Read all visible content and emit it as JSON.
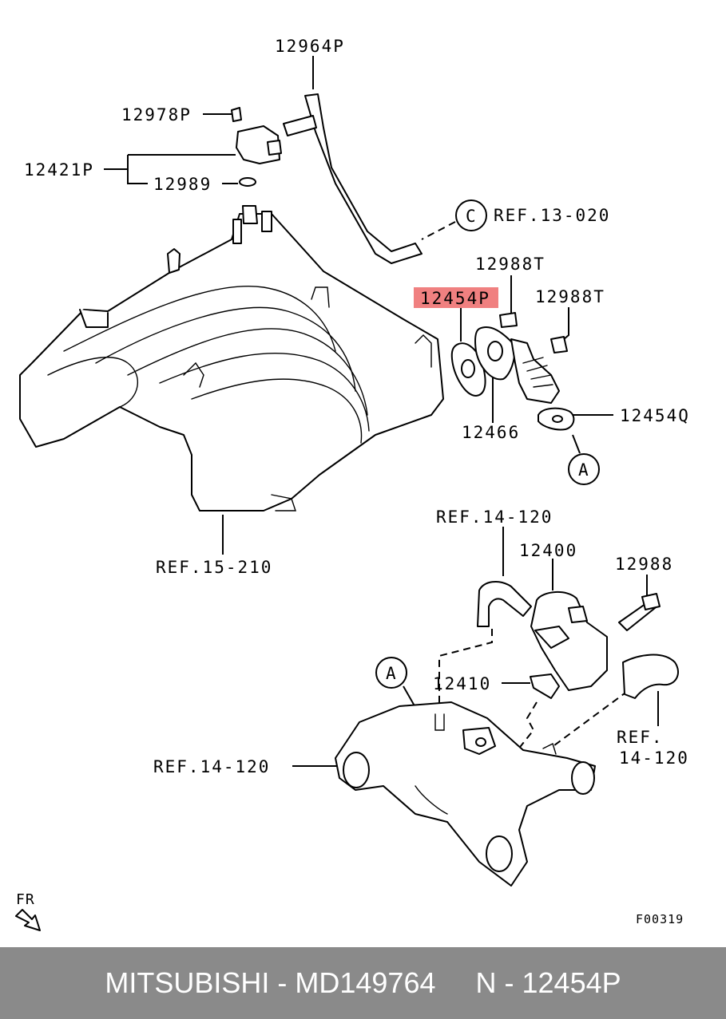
{
  "labels": {
    "p12964P": "12964P",
    "p12978P": "12978P",
    "p12421P": "12421P",
    "p12989": "12989",
    "refC": "REF.13-020",
    "circleC": "C",
    "p12988T_a": "12988T",
    "p12988T_b": "12988T",
    "p12454P": "12454P",
    "p12466": "12466",
    "p12454Q": "12454Q",
    "circleA_top": "A",
    "ref15": "REF.15-210",
    "ref14_top": "REF.14-120",
    "p12400": "12400",
    "p12988": "12988",
    "circleA_bottom": "A",
    "p12410": "12410",
    "ref14_left": "REF.14-120",
    "ref14_right_l1": "REF.",
    "ref14_right_l2": "14-120",
    "fr": "FR",
    "figure_code": "F00319"
  },
  "highlight": {
    "part": "12454P",
    "color": "#f08080"
  },
  "footer": {
    "text": "MITSUBISHI - MD149764     N - 12454P",
    "background": "#8a8a8a",
    "color": "#ffffff"
  }
}
